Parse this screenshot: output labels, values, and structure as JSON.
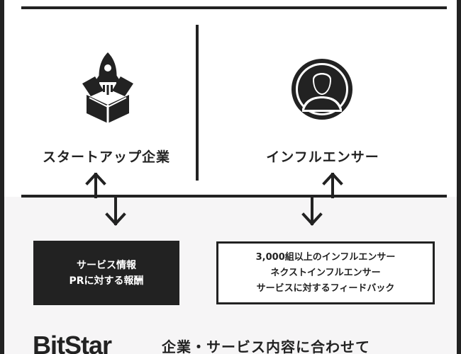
{
  "diagram": {
    "parties": {
      "left": {
        "label": "スタートアップ企業",
        "icon": "rocket-box-icon"
      },
      "right": {
        "label": "インフルエンサー",
        "icon": "user-silhouette-icon"
      }
    },
    "boxes": {
      "left": {
        "lines": [
          "サービス情報",
          "PRに対する報酬"
        ]
      },
      "right": {
        "lines": [
          "3,000組以上のインフルエンサー",
          "ネクストインフルエンサー",
          "サービスに対するフィードバック"
        ]
      }
    },
    "footer": {
      "logo": "BitStar",
      "tagline": "企業・サービス内容に合わせて"
    }
  }
}
